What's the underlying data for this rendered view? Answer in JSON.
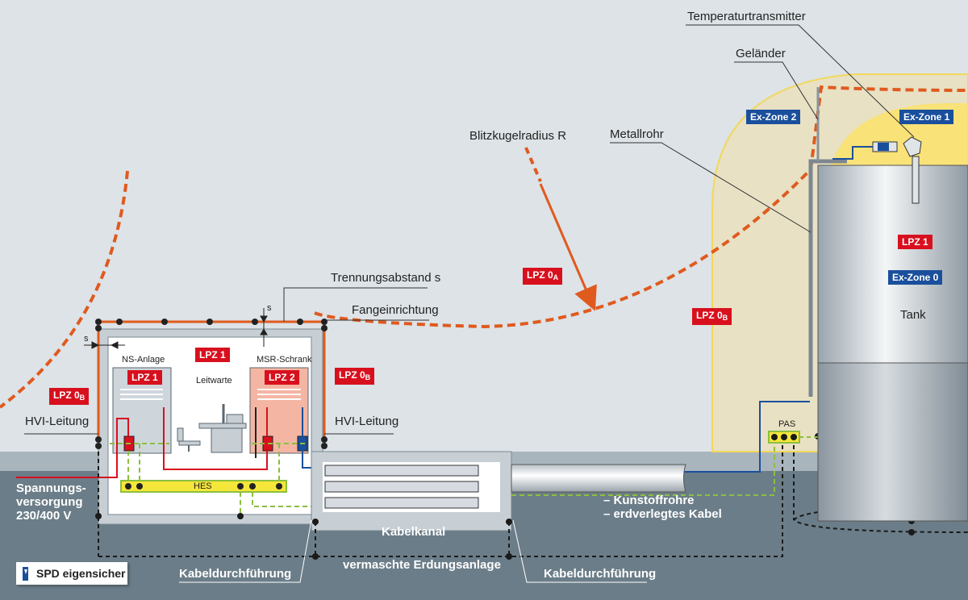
{
  "labels": {
    "temperaturtransmitter": "Temperaturtransmitter",
    "gelaender": "Geländer",
    "blitzkugelradius": "Blitzkugelradius R",
    "metallrohr": "Metallrohr",
    "trennungsabstand": "Trennungsabstand s",
    "fangeinrichtung": "Fangeinrichtung",
    "hvi_left": "HVI-Leitung",
    "hvi_right": "HVI-Leitung",
    "ns_anlage": "NS-Anlage",
    "msr_schrank": "MSR-Schrank",
    "leitwarte": "Leitwarte",
    "hes": "HES",
    "pas": "PAS",
    "tank": "Tank",
    "s_top": "s",
    "s_left": "s",
    "spannung_1": "Spannungs-",
    "spannung_2": "versorgung",
    "spannung_3": "230/400 V",
    "kabelkanal": "Kabelkanal",
    "erdung": "vermaschte Erdungsanlage",
    "kabeldurch_left": "Kabeldurchführung",
    "kabeldurch_right": "Kabeldurchführung",
    "kunststoff": "– Kunstoffrohre",
    "erdkabel": "– erdverlegtes Kabel"
  },
  "zones": {
    "lpz0a": {
      "base": "LPZ 0",
      "sub": "A"
    },
    "lpz0b_left": {
      "base": "LPZ 0",
      "sub": "B"
    },
    "lpz0b_mid": {
      "base": "LPZ 0",
      "sub": "B"
    },
    "lpz0b_right": {
      "base": "LPZ 0",
      "sub": "B"
    },
    "lpz1_building": "LPZ 1",
    "lpz1_ns": "LPZ 1",
    "lpz2_msr": "LPZ 2",
    "lpz1_tank": "LPZ 1",
    "ex0": "Ex-Zone 0",
    "ex1": "Ex-Zone 1",
    "ex2": "Ex-Zone 2"
  },
  "legend": {
    "spd_label": "SPD eigensicher"
  },
  "colors": {
    "sky": "#dde3e7",
    "ground_light": "#a9b5bd",
    "ground_dark": "#6b7d88",
    "lpz_red": "#d8101e",
    "ex_blue": "#1a4f9c",
    "lightning_orange": "#e05a1e",
    "zone_yellow": "#fbe26a",
    "hes_yellow": "#f5e63a"
  }
}
